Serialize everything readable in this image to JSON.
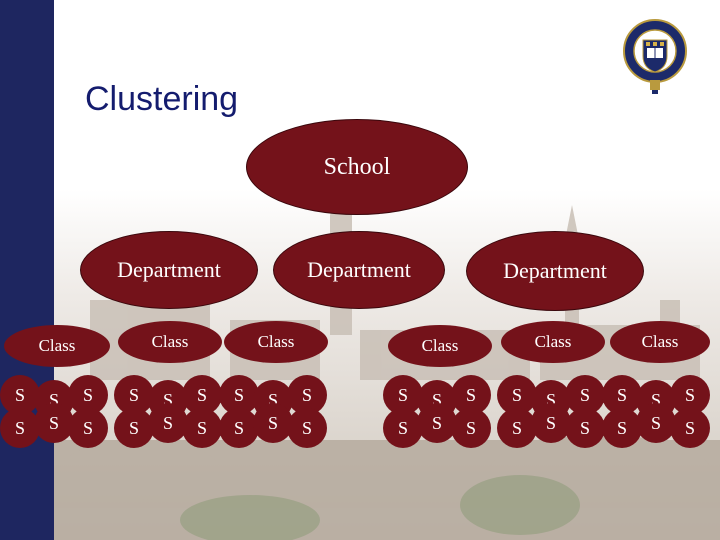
{
  "title": "Clustering",
  "colors": {
    "sidebar": "#1e2660",
    "node_fill": "#74121a",
    "node_text": "#ffffff",
    "title_text": "#141c6e"
  },
  "icons": {
    "crest": "university-crest-icon"
  },
  "diagram": {
    "root": {
      "label": "School"
    },
    "departments": [
      {
        "label": "Department",
        "classes": [
          {
            "label": "Class",
            "students": [
              "S",
              "S",
              "S",
              "S",
              "S",
              "S"
            ]
          },
          {
            "label": "Class",
            "students": [
              "S",
              "S",
              "S",
              "S",
              "S",
              "S"
            ]
          }
        ]
      },
      {
        "label": "Department",
        "classes": [
          {
            "label": "Class",
            "students": [
              "S",
              "S",
              "S",
              "S",
              "S",
              "S"
            ]
          }
        ]
      },
      {
        "label": "Department",
        "classes": [
          {
            "label": "Class",
            "students": [
              "S",
              "S",
              "S",
              "S",
              "S",
              "S"
            ]
          },
          {
            "label": "Class",
            "students": [
              "S",
              "S",
              "S",
              "S",
              "S",
              "S"
            ]
          },
          {
            "label": "Class",
            "students": [
              "S",
              "S",
              "S",
              "S",
              "S",
              "S"
            ]
          }
        ]
      }
    ]
  }
}
